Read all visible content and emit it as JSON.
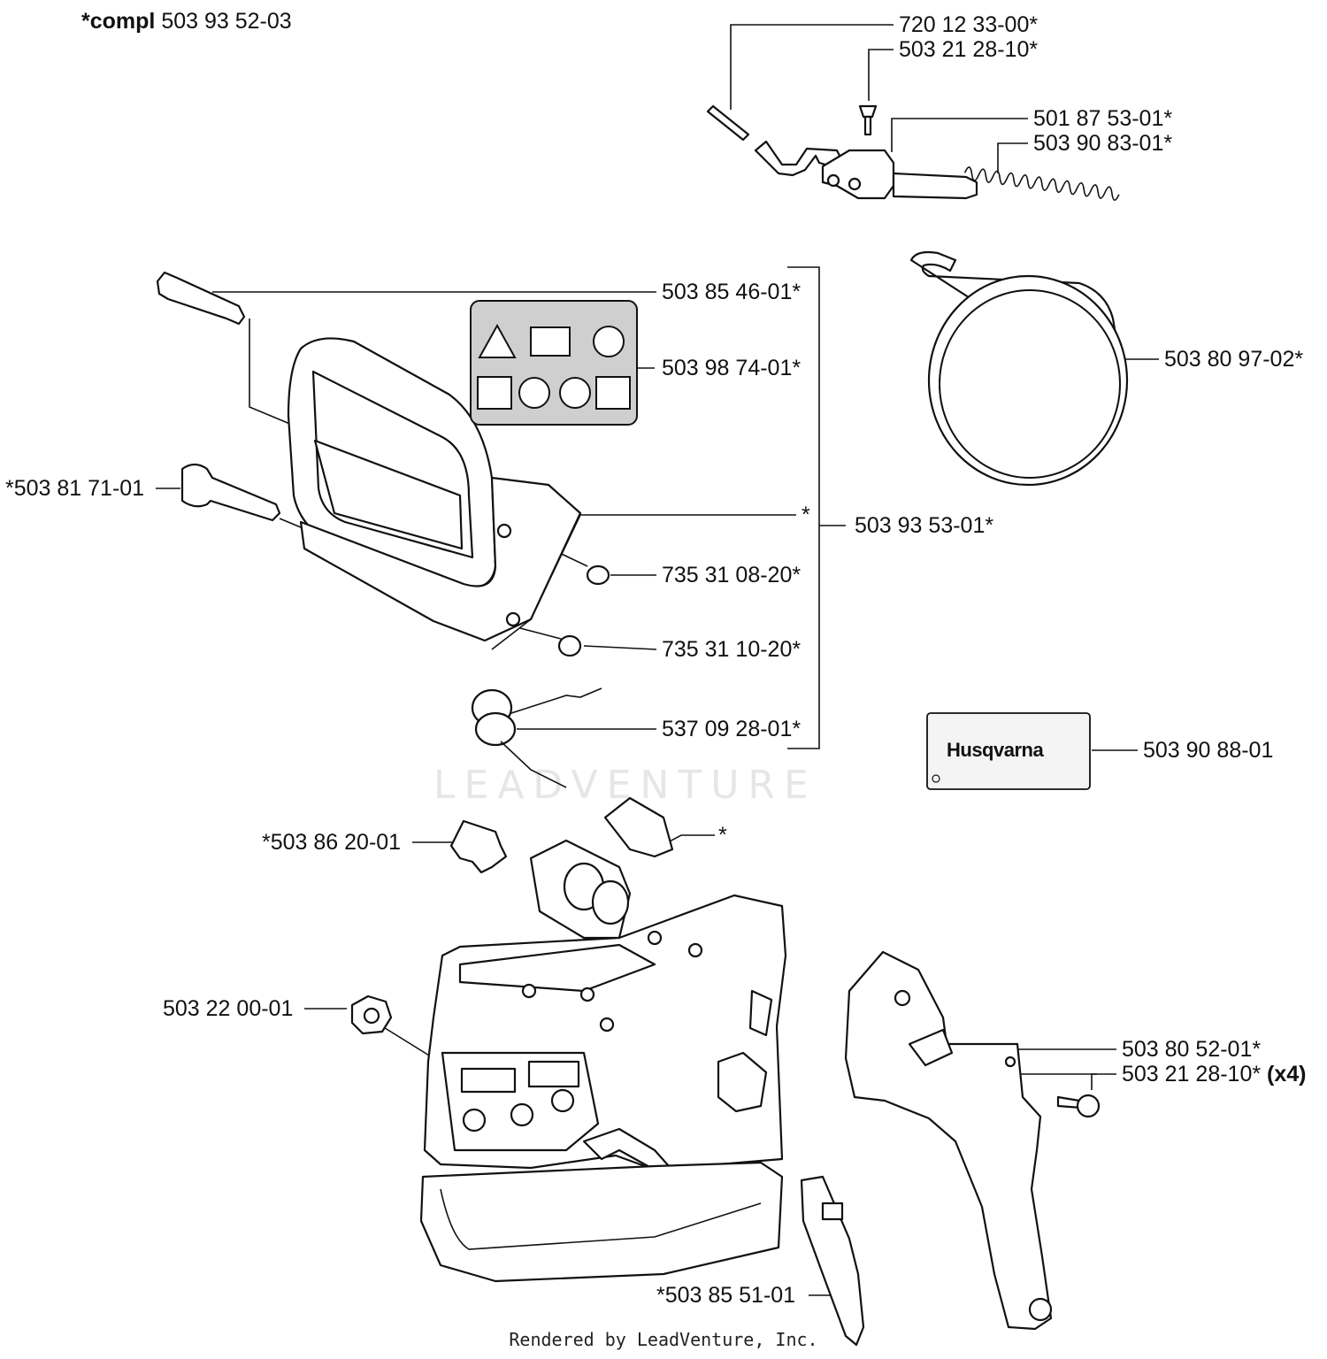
{
  "header": {
    "compl_prefix": "*compl",
    "compl_number": "503 93 52-03"
  },
  "labels": {
    "p1": "720 12 33-00*",
    "p2": "503 21 28-10*",
    "p3": "501 87 53-01*",
    "p4": "503 90 83-01*",
    "p5": "503 85 46-01*",
    "p6": "503 98 74-01*",
    "p7": "503 80 97-02*",
    "p8": "*503 81 71-01",
    "p9": "*",
    "p10": "503 93 53-01*",
    "p11": "735 31 08-20*",
    "p12": "735 31 10-20*",
    "p13": "537 09 28-01*",
    "p14": "503 90 88-01",
    "p15": "*503 86 20-01",
    "p16": "*",
    "p17": "503 22 00-01",
    "p18": "503 80 52-01*",
    "p19": "503 21 28-10*",
    "p19_qty": "(x4)",
    "p20": "*503 85 51-01"
  },
  "brand_badge": "Husqvarna",
  "watermark": "LEADVENTURE",
  "footer": "Rendered by LeadVenture, Inc."
}
